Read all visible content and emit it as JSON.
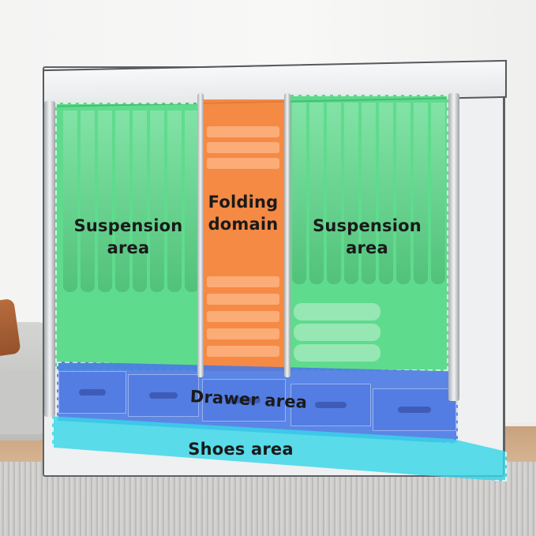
{
  "labels": {
    "suspension_left": "Suspension\narea",
    "folding": "Folding\ndomain",
    "suspension_right": "Suspension\narea",
    "drawer": "Drawer area",
    "shoes": "Shoes area"
  },
  "colors": {
    "suspension": "#40d676",
    "folding": "#f57e32",
    "drawer": "#4a7ae4",
    "shoes": "#38d6e8"
  }
}
